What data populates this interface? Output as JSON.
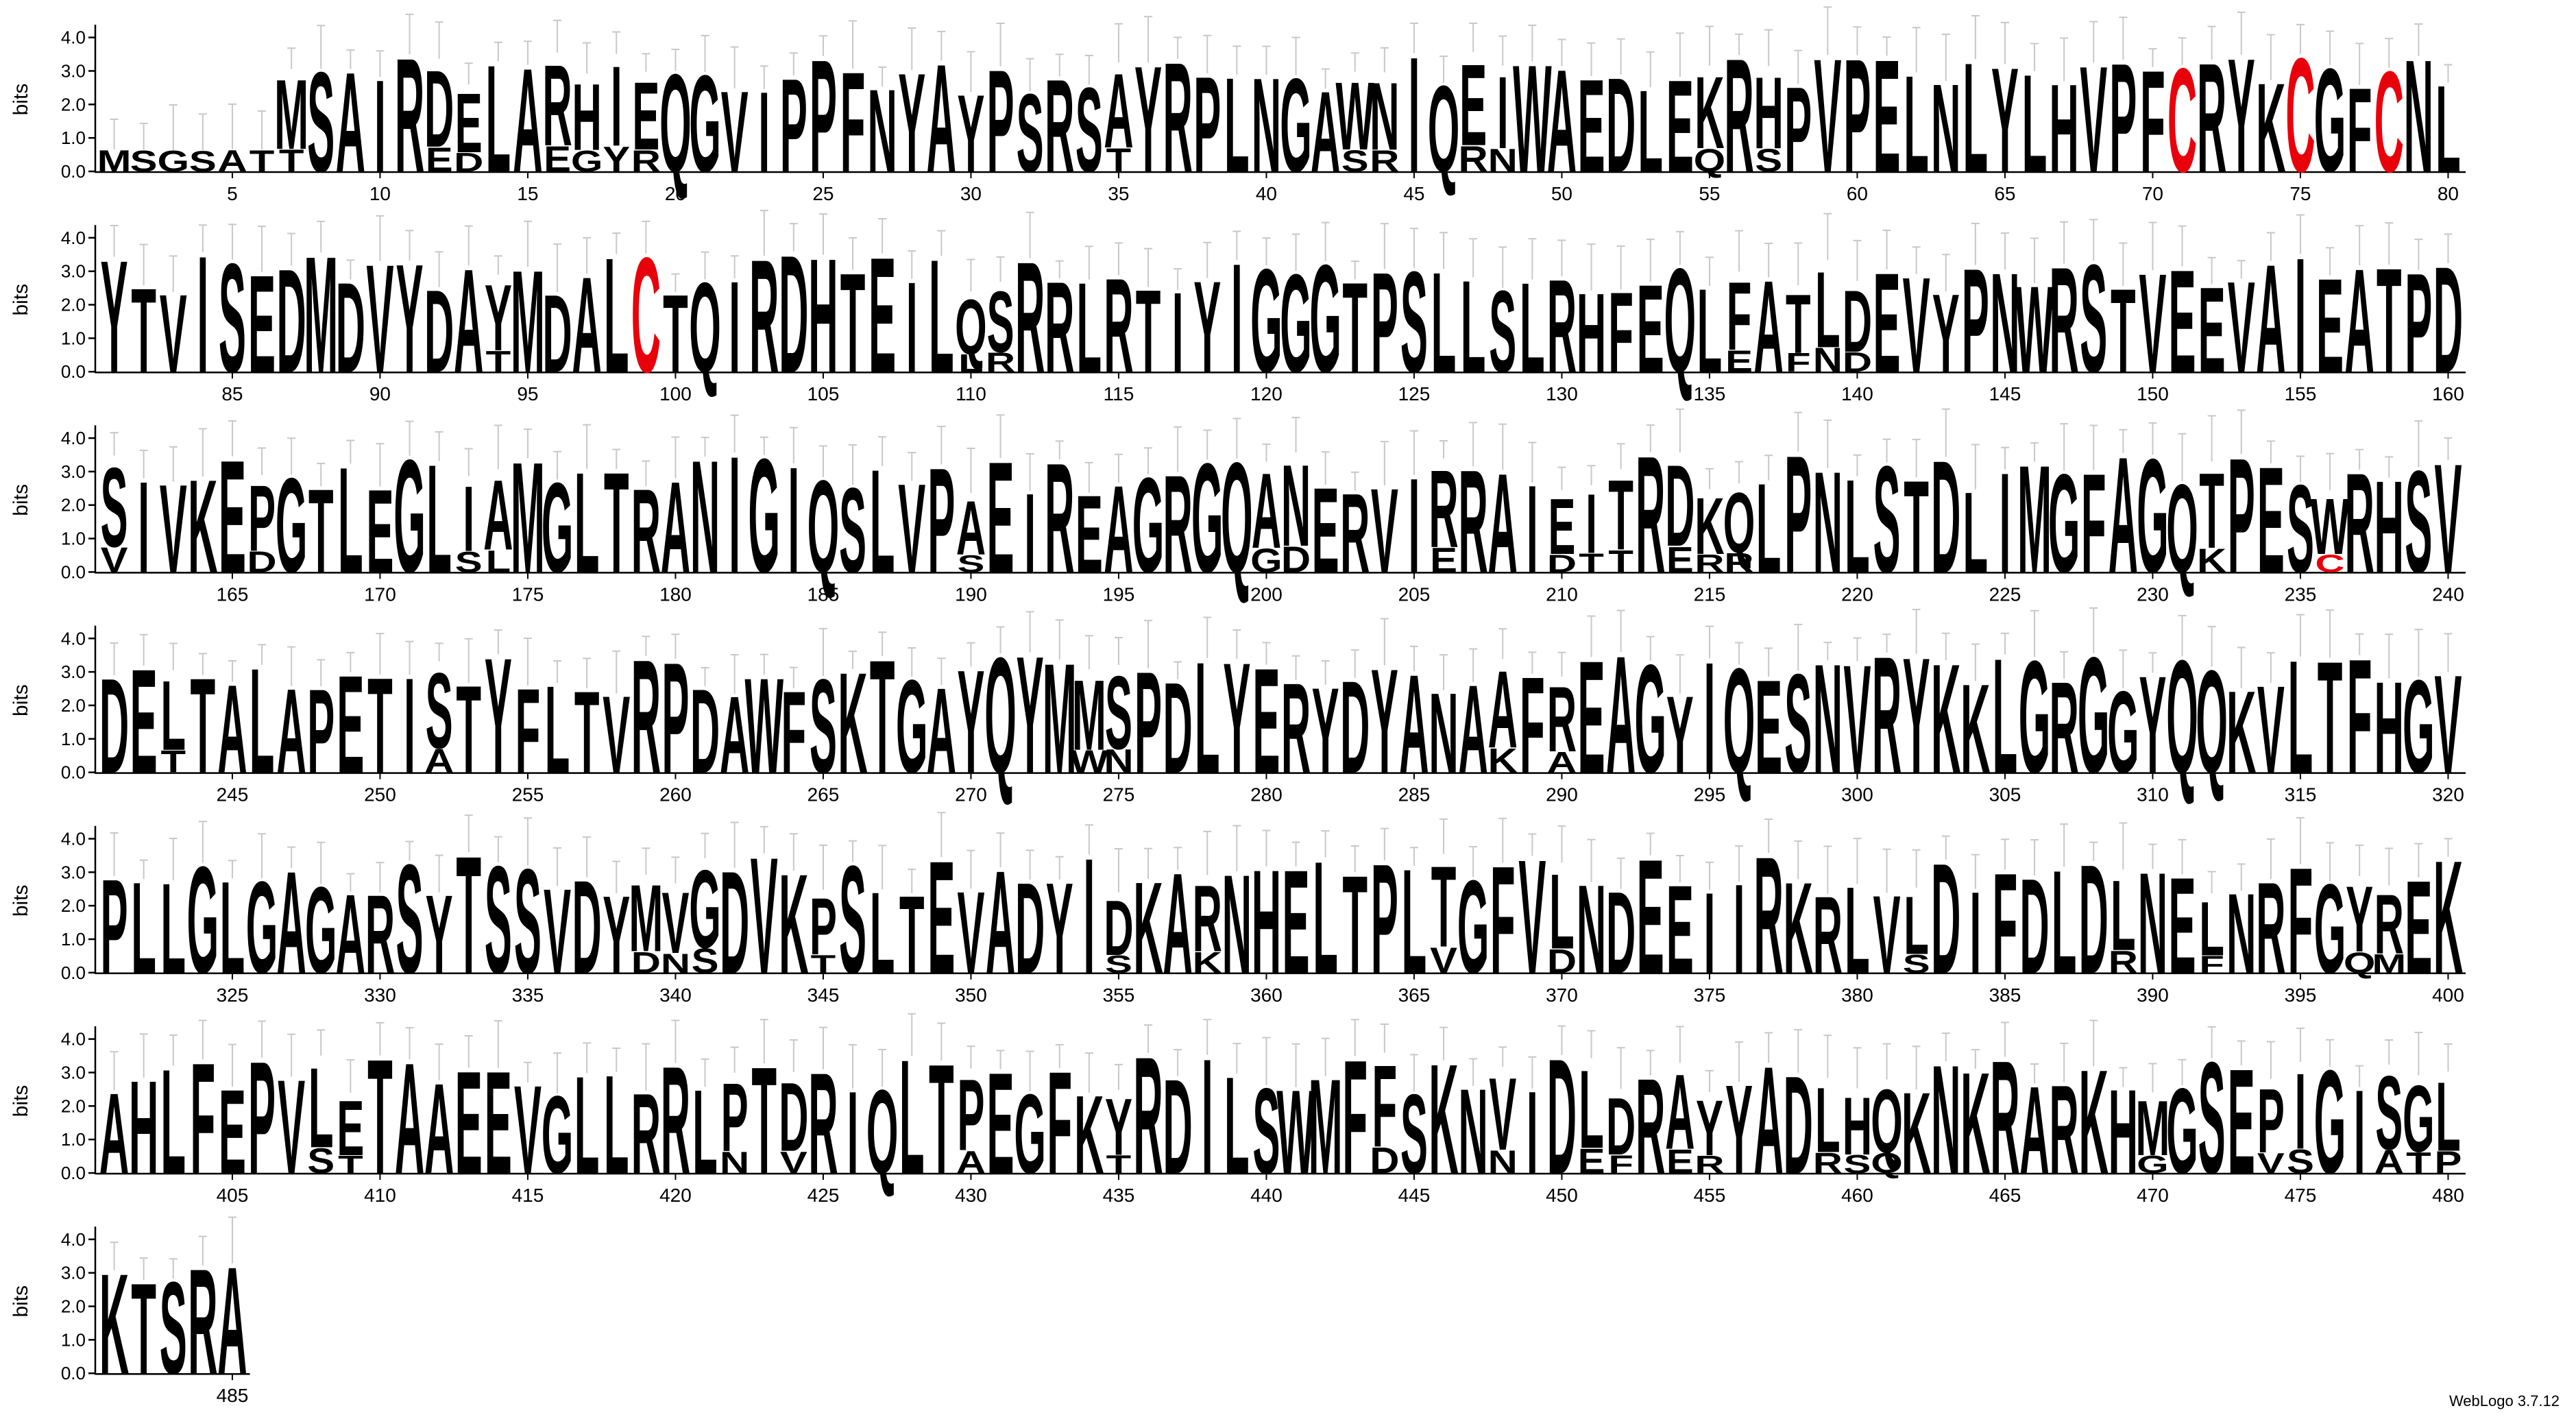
{
  "chart_data": {
    "type": "sequence_logo",
    "ylabel": "bits",
    "ylim": [
      0,
      4.3
    ],
    "yticks": [
      "0.0",
      "1.0",
      "2.0",
      "3.0",
      "4.0"
    ],
    "positions_per_row": 80,
    "tick_every": 5,
    "first_position": 1,
    "colors": {
      "default": "#000000",
      "C": "#e8000b"
    },
    "sequence": "MSGSATMSAIRDELARHIEQGVIPPFNYAYPSRSAYRPLNGAWNIQEIWAEDLEKRHPVPELNLYLHVPFCRYKCGFCNLYTVISEDMDVYDAYMDALCTQIRDHTEILQSRRLRTIYIGGGTPSLLSLRHFEQLFATLDEVYPNWRSTVEEVAIEATPDSIVKEPGTLEGLIAMGLTRANIGIQSLVPAEIREAGRGQANERVIRRAIEITRDKQLPNLSTDLIMGFAGQTPESWRHSVDELTALAPETISTYFLTVRPDAWFSKTGAYQYMMSPDLYERYDYANAAFREAGYIQESNVRYKKLGRGGYQQKVLTFHGVPLLGLGAGARSYTSSVDYMVGDVKPSLTEVADYIDKARNHELTPLTGFVLNDEEIIRKRLVLDIFDLDLNELNRFGYREKAHLFEPVLETAAEEVGLLRRLPTDRIQLTPEGFKYRDILSWMFFSKNVIDLDRAYYADLHQKNKRARKHMGSEPIGISGLKTSRA",
    "secondary": {
      "7": "T",
      "12": "E",
      "13": "D",
      "16": "E",
      "17": "G",
      "18": "Y",
      "19": "R",
      "35": "T",
      "43": "S",
      "44": "R",
      "47": "R",
      "48": "N",
      "55": "Q",
      "57": "S",
      "94": "T",
      "110": "L",
      "111": "R",
      "136": "E",
      "138": "F",
      "139": "N",
      "140": "D",
      "161": "V",
      "166": "D",
      "173": "S",
      "174": "L",
      "190": "S",
      "200": "G",
      "201": "D",
      "206": "E",
      "210": "D",
      "211": "T",
      "212": "T",
      "214": "E",
      "215": "R",
      "216": "R",
      "232": "K",
      "236": "C",
      "243": "T",
      "252": "A",
      "274": "W",
      "275": "N",
      "288": "K",
      "290": "A",
      "339": "D",
      "340": "N",
      "341": "S",
      "345": "T",
      "355": "S",
      "358": "K",
      "366": "V",
      "370": "D",
      "382": "S",
      "389": "R",
      "392": "F",
      "397": "Q",
      "398": "M",
      "408": "S",
      "409": "T",
      "422": "N",
      "424": "V",
      "430": "A",
      "435": "T",
      "444": "D",
      "448": "N",
      "451": "E",
      "452": "F",
      "454": "E",
      "455": "R",
      "459": "R",
      "460": "S",
      "461": "Q",
      "470": "G",
      "474": "V",
      "475": "S",
      "478": "A",
      "479": "T",
      "480": "P"
    },
    "low_info_positions": [
      1,
      2,
      3,
      4,
      5,
      6
    ],
    "error_bars": true
  },
  "footer": "WebLogo 3.7.12"
}
